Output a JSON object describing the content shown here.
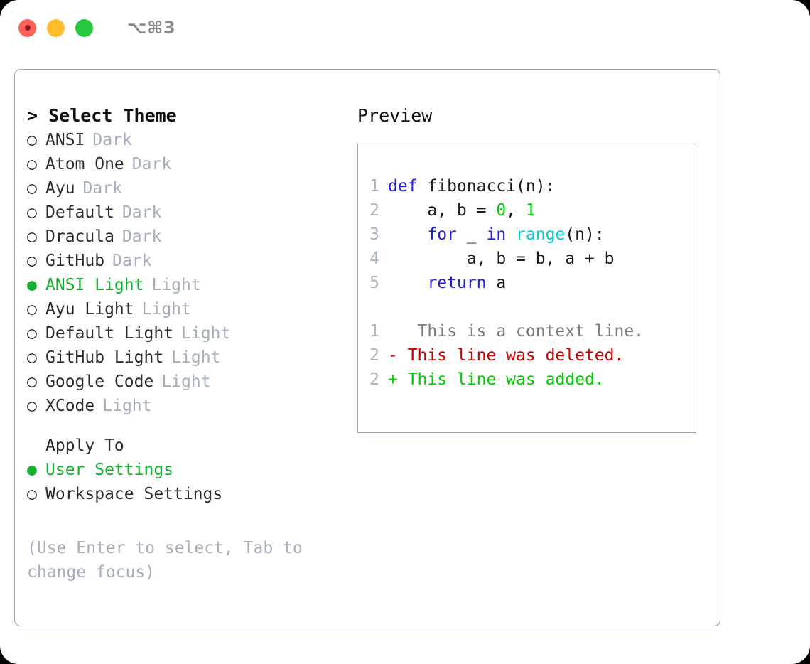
{
  "titlebar": {
    "shortcut_label": "⌥⌘3",
    "buttons": [
      {
        "name": "close",
        "color": "#ff6159"
      },
      {
        "name": "minimize",
        "color": "#ffbd2e"
      },
      {
        "name": "maximize",
        "color": "#28c840"
      }
    ]
  },
  "theme_picker": {
    "heading": "> Select Theme",
    "items": [
      {
        "bullet": "○",
        "name": "ANSI",
        "tag": "Dark",
        "selected": false
      },
      {
        "bullet": "○",
        "name": "Atom One",
        "tag": "Dark",
        "selected": false
      },
      {
        "bullet": "○",
        "name": "Ayu",
        "tag": "Dark",
        "selected": false
      },
      {
        "bullet": "○",
        "name": "Default",
        "tag": "Dark",
        "selected": false
      },
      {
        "bullet": "○",
        "name": "Dracula",
        "tag": "Dark",
        "selected": false
      },
      {
        "bullet": "○",
        "name": "GitHub",
        "tag": "Dark",
        "selected": false
      },
      {
        "bullet": "●",
        "name": "ANSI Light",
        "tag": "Light",
        "selected": true
      },
      {
        "bullet": "○",
        "name": "Ayu Light",
        "tag": "Light",
        "selected": false
      },
      {
        "bullet": "○",
        "name": "Default Light",
        "tag": "Light",
        "selected": false
      },
      {
        "bullet": "○",
        "name": "GitHub Light",
        "tag": "Light",
        "selected": false
      },
      {
        "bullet": "○",
        "name": "Google Code",
        "tag": "Light",
        "selected": false
      },
      {
        "bullet": "○",
        "name": "XCode",
        "tag": "Light",
        "selected": false
      }
    ]
  },
  "apply_to": {
    "heading": "Apply To",
    "items": [
      {
        "bullet": "●",
        "name": "User Settings",
        "selected": true
      },
      {
        "bullet": "○",
        "name": "Workspace Settings",
        "selected": false
      }
    ]
  },
  "help": {
    "text": "(Use Enter to select, Tab to change focus)"
  },
  "preview": {
    "label": "Preview",
    "code_lines": [
      {
        "no": "1",
        "tokens": [
          {
            "t": "def ",
            "c": "kw"
          },
          {
            "t": "fibonacci(n):",
            "c": "plain"
          }
        ]
      },
      {
        "no": "2",
        "tokens": [
          {
            "t": "    a, b = ",
            "c": "plain"
          },
          {
            "t": "0",
            "c": "num"
          },
          {
            "t": ", ",
            "c": "plain"
          },
          {
            "t": "1",
            "c": "num"
          }
        ]
      },
      {
        "no": "3",
        "tokens": [
          {
            "t": "    ",
            "c": "plain"
          },
          {
            "t": "for",
            "c": "kw"
          },
          {
            "t": " _ ",
            "c": "plain"
          },
          {
            "t": "in",
            "c": "kw"
          },
          {
            "t": " ",
            "c": "plain"
          },
          {
            "t": "range",
            "c": "fn"
          },
          {
            "t": "(n):",
            "c": "plain"
          }
        ]
      },
      {
        "no": "4",
        "tokens": [
          {
            "t": "        a, b = b, a + b",
            "c": "plain"
          }
        ]
      },
      {
        "no": "5",
        "tokens": [
          {
            "t": "    ",
            "c": "plain"
          },
          {
            "t": "return",
            "c": "kw"
          },
          {
            "t": " a",
            "c": "plain"
          }
        ]
      }
    ],
    "diff_lines": [
      {
        "no": "1",
        "marker": " ",
        "text": "  This is a context line.",
        "kind": "ctx"
      },
      {
        "no": "2",
        "marker": "-",
        "text": " This line was deleted.",
        "kind": "del"
      },
      {
        "no": "2",
        "marker": "+",
        "text": " This line was added.",
        "kind": "add"
      }
    ]
  },
  "colors": {
    "accent_green": "#15b12e",
    "muted": "#a5aebc",
    "border": "#9aa5b4",
    "keyword_blue": "#2222dd",
    "function_cyan": "#00cdcd",
    "number_green": "#00cd00",
    "diff_add_green": "#00cd00",
    "diff_del_red": "#cd0000",
    "diff_ctx_gray": "#7c7c7c",
    "lineno_gray": "#aab4c0"
  }
}
